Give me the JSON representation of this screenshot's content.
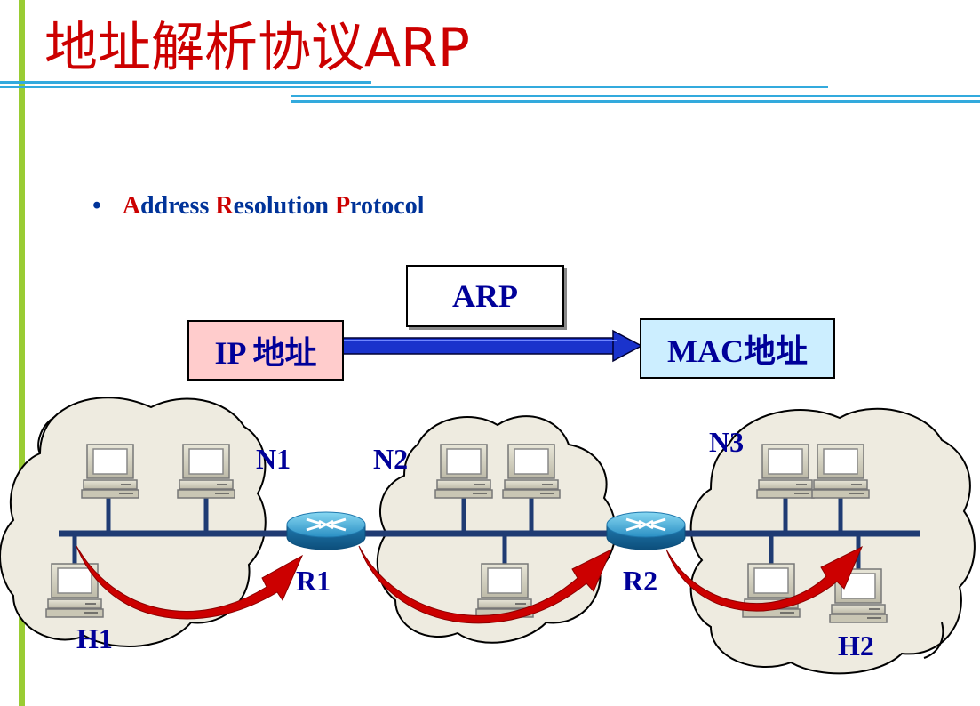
{
  "title": "地址解析协议ARP",
  "bullet": {
    "parts": [
      {
        "text": "A",
        "red": true
      },
      {
        "text": "ddress ",
        "red": false
      },
      {
        "text": "R",
        "red": true
      },
      {
        "text": "esolution ",
        "red": false
      },
      {
        "text": "P",
        "red": true
      },
      {
        "text": "rotocol",
        "red": false
      }
    ]
  },
  "mapping": {
    "protocol": "ARP",
    "source": "IP 地址",
    "target": "MAC地址"
  },
  "network": {
    "networks": [
      "N1",
      "N2",
      "N3"
    ],
    "routers": [
      "R1",
      "R2"
    ],
    "hosts": [
      "H1",
      "H2"
    ]
  },
  "colors": {
    "title": "#cc0000",
    "text": "#000099",
    "source_box": "#ffcccc",
    "target_box": "#cceeff",
    "accent_bar": "#99cc33",
    "cloud": "#eeebe0",
    "path_arrow": "#cc0000",
    "router": "#3399cc"
  }
}
